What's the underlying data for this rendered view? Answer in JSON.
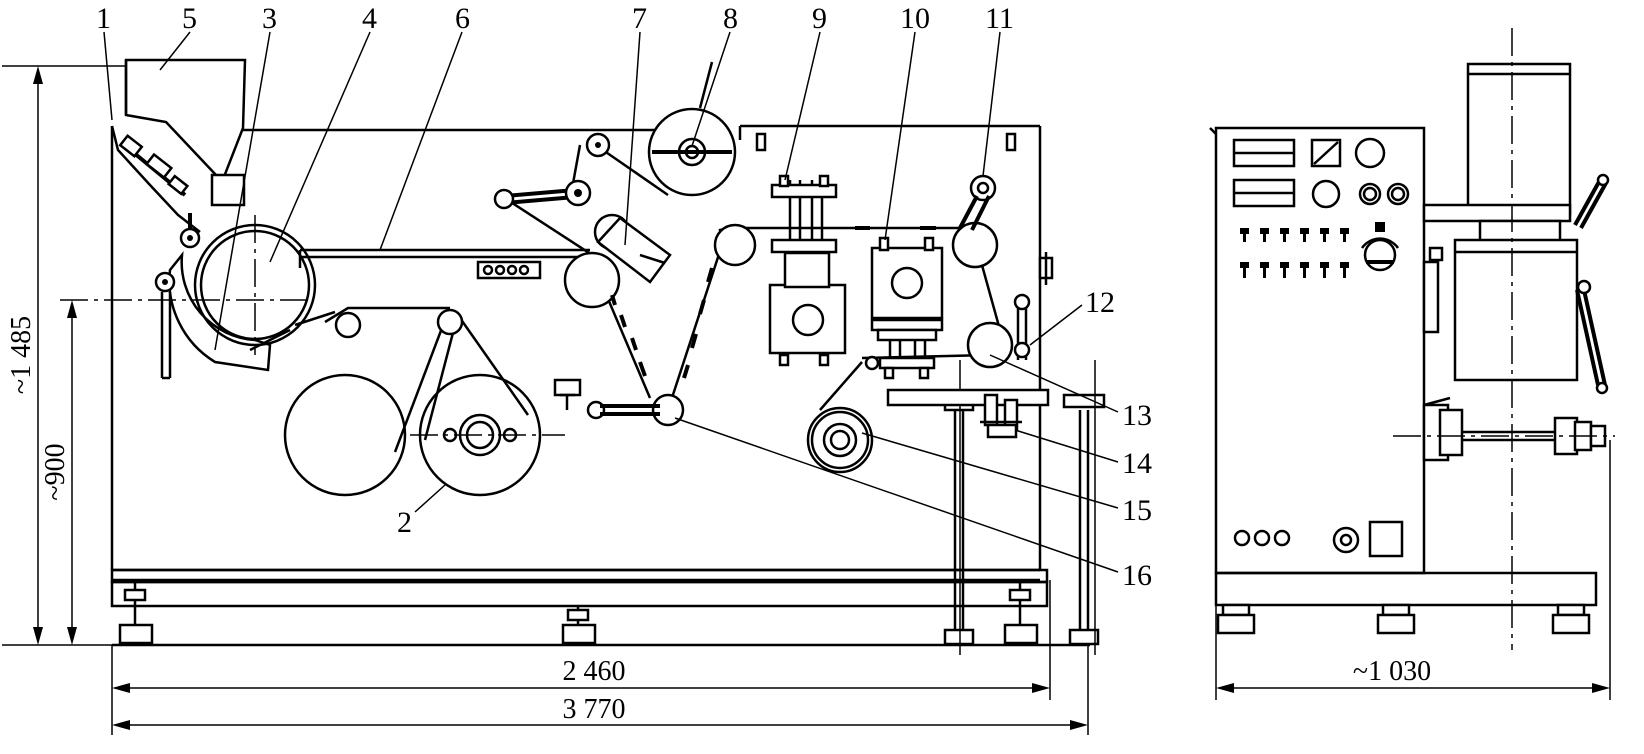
{
  "callouts": [
    "1",
    "2",
    "3",
    "4",
    "5",
    "6",
    "7",
    "8",
    "9",
    "10",
    "11",
    "12",
    "13",
    "14",
    "15",
    "16"
  ],
  "dimensions": {
    "overall_height": "~1 485",
    "axis_height": "~900",
    "base_length": "2 460",
    "overall_length": "3 770",
    "side_width": "~1 030"
  }
}
